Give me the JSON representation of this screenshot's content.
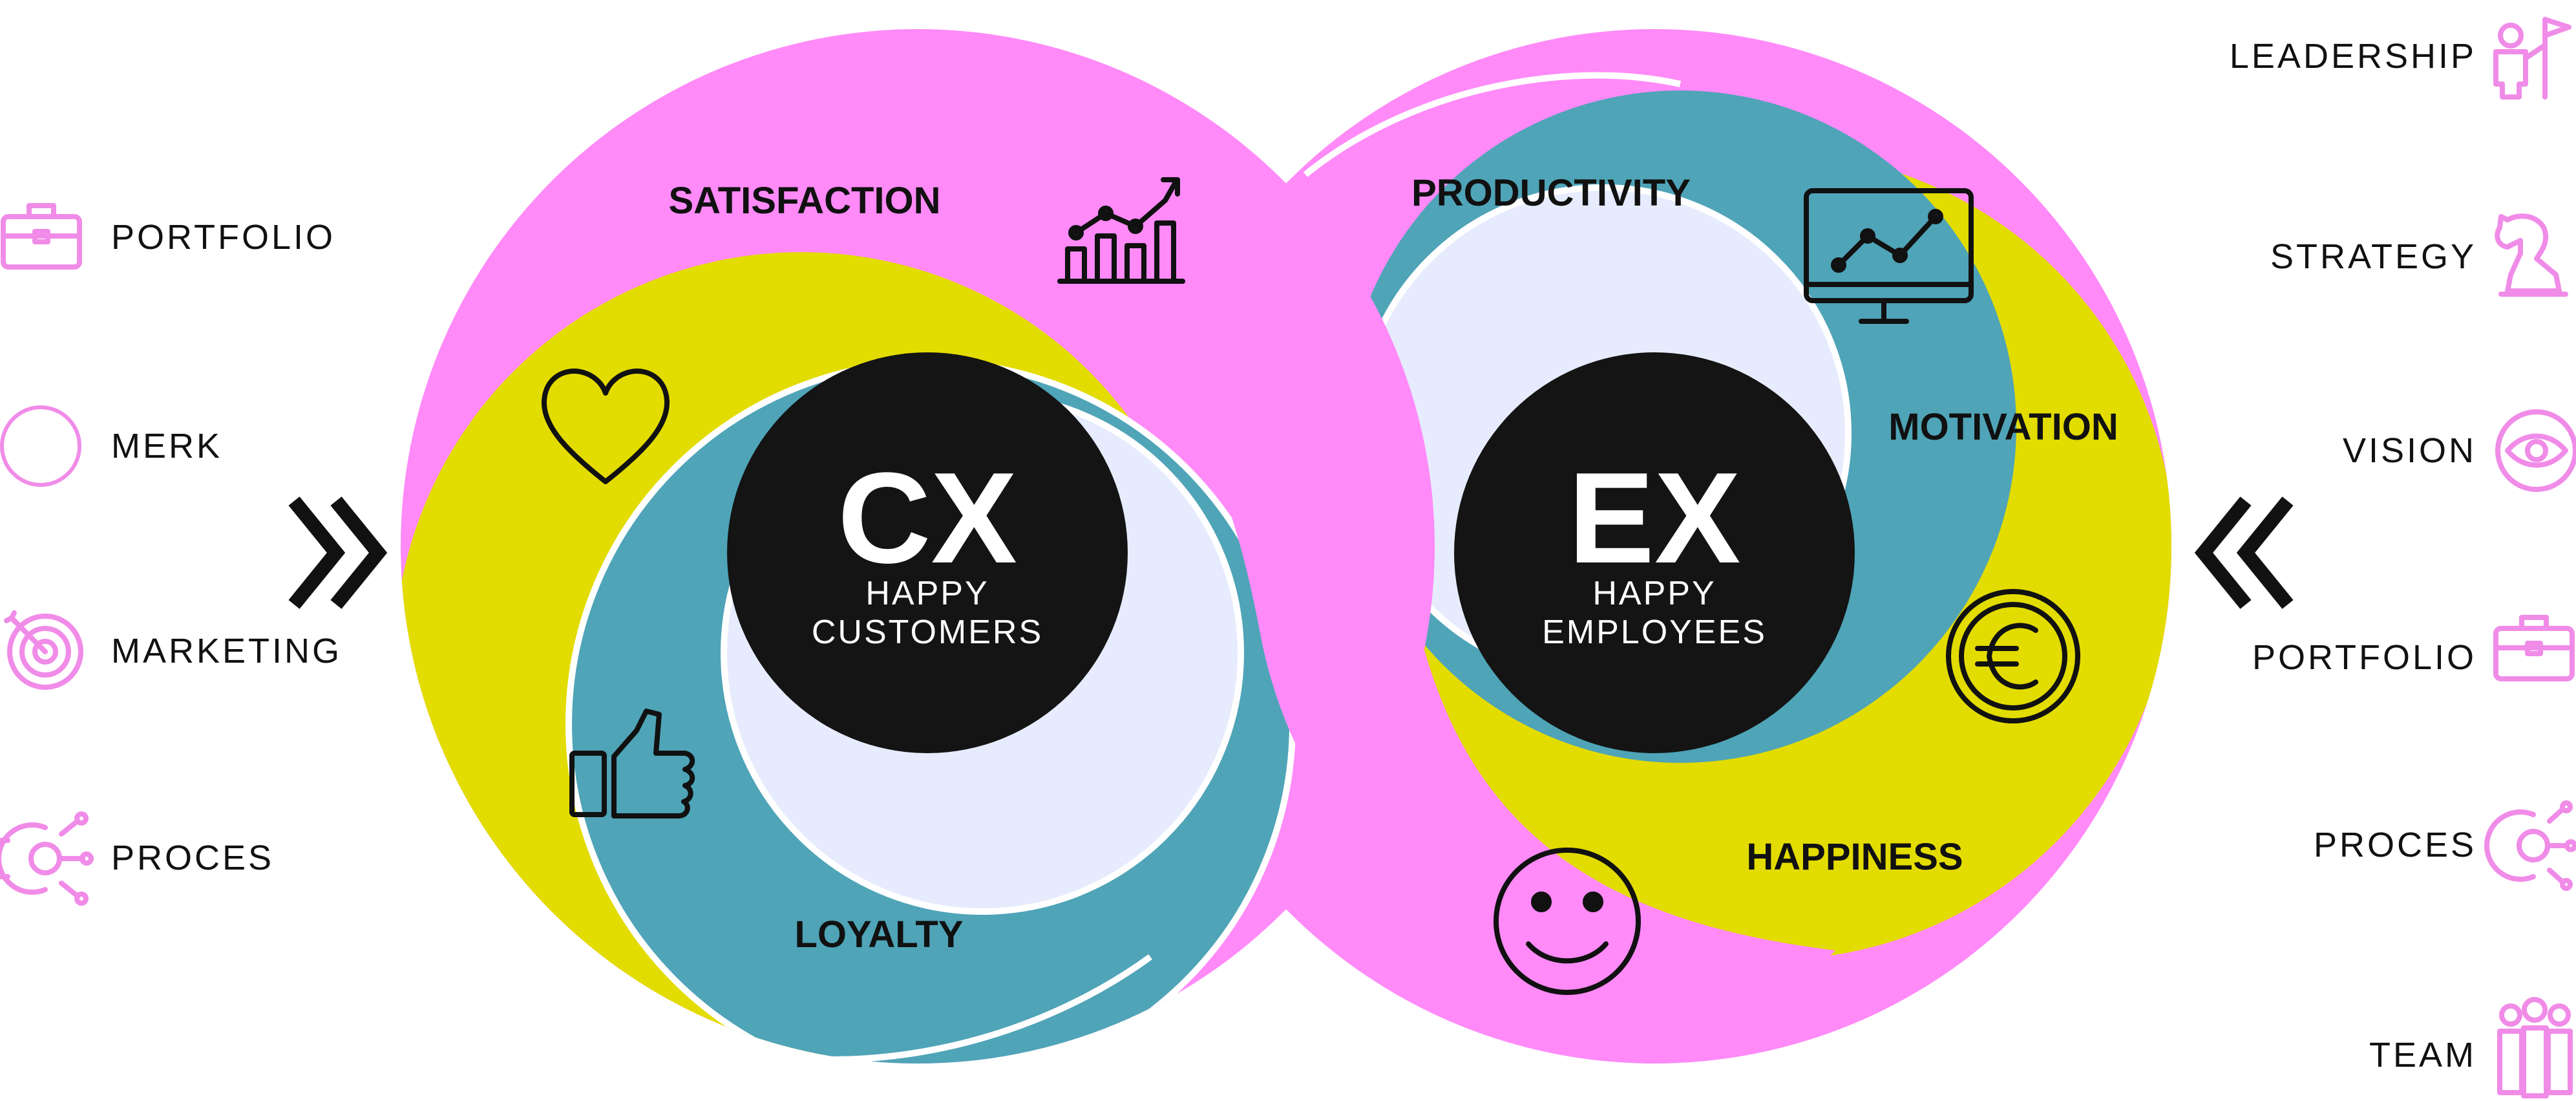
{
  "colors": {
    "pink": "#ff8af8",
    "yellow": "#e3dc00",
    "teal": "#4fa4b7",
    "lavender": "#e6ecfd",
    "core": "#141414",
    "outline_icon": "#f08ce8"
  },
  "left_items": [
    {
      "label": "PORTFOLIO",
      "icon": "briefcase-icon"
    },
    {
      "label": "MERK",
      "icon": "circle-icon"
    },
    {
      "label": "MARKETING",
      "icon": "target-icon"
    },
    {
      "label": "PROCES",
      "icon": "gear-circuit-icon"
    }
  ],
  "right_items": [
    {
      "label": "LEADERSHIP",
      "icon": "leader-flag-icon"
    },
    {
      "label": "STRATEGY",
      "icon": "chess-knight-icon"
    },
    {
      "label": "VISION",
      "icon": "eye-icon"
    },
    {
      "label": "PORTFOLIO",
      "icon": "briefcase-icon"
    },
    {
      "label": "PROCES",
      "icon": "gear-circuit-icon"
    },
    {
      "label": "TEAM",
      "icon": "team-icon"
    }
  ],
  "cx": {
    "title": "CX",
    "subtitle_line1": "HAPPY",
    "subtitle_line2": "CUSTOMERS",
    "segments": [
      {
        "label": "SATISFACTION",
        "icon": "bar-chart-growth-icon"
      },
      {
        "label": "LOYALTY",
        "icon": "thumbs-up-icon"
      }
    ],
    "extra_icon": "heart-icon"
  },
  "ex": {
    "title": "EX",
    "subtitle_line1": "HAPPY",
    "subtitle_line2": "EMPLOYEES",
    "segments": [
      {
        "label": "PRODUCTIVITY",
        "icon": "monitor-chart-icon"
      },
      {
        "label": "MOTIVATION",
        "icon": "euro-coin-icon"
      },
      {
        "label": "HAPPINESS",
        "icon": "smiley-icon"
      }
    ]
  },
  "arrows": {
    "left": "double-chevron-right-icon",
    "right": "double-chevron-left-icon"
  }
}
